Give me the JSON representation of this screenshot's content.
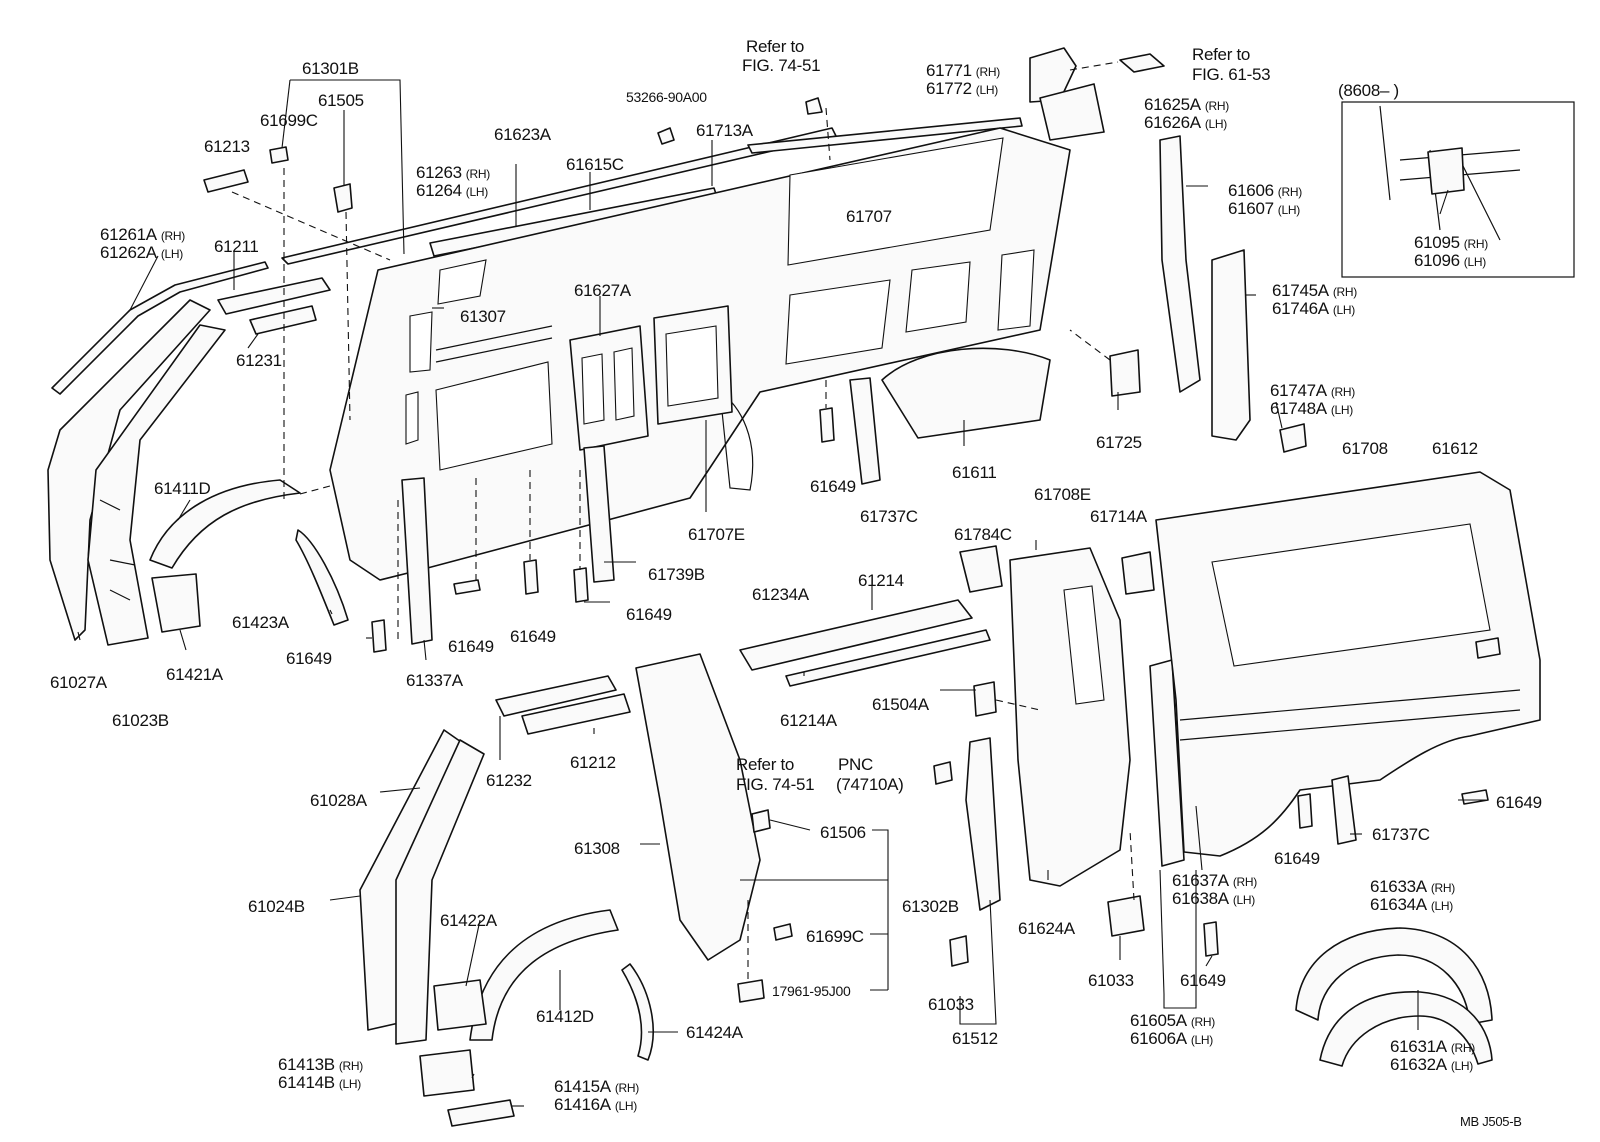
{
  "diagram": {
    "inset_header": "(8608–      )",
    "footer_code": "MB  J505-B",
    "refs": [
      {
        "id": "ref-74-51-top",
        "l1": "Refer to",
        "l2": "FIG. 74-51"
      },
      {
        "id": "ref-61-53",
        "l1": "Refer to",
        "l2": "FIG. 61-53"
      },
      {
        "id": "ref-74-51-mid",
        "l1": "Refer to",
        "l2": "FIG. 74-51"
      },
      {
        "id": "ref-pnc",
        "l1": "PNC",
        "l2": "(74710A)"
      }
    ],
    "labels": [
      {
        "id": "p61301B",
        "t": "61301B"
      },
      {
        "id": "p61505",
        "t": "61505"
      },
      {
        "id": "p61699C-top",
        "t": "61699C"
      },
      {
        "id": "p61213",
        "t": "61213"
      },
      {
        "id": "p61261A",
        "t": "61261A",
        "s": "(RH)"
      },
      {
        "id": "p61262A",
        "t": "61262A",
        "s": "(LH)"
      },
      {
        "id": "p61211",
        "t": "61211"
      },
      {
        "id": "p61231",
        "t": "61231"
      },
      {
        "id": "p61263",
        "t": "61263",
        "s": "(RH)"
      },
      {
        "id": "p61264",
        "t": "61264",
        "s": "(LH)"
      },
      {
        "id": "p61623A",
        "t": "61623A"
      },
      {
        "id": "p53266",
        "t": "53266-90A00"
      },
      {
        "id": "p61615C",
        "t": "61615C"
      },
      {
        "id": "p61713A",
        "t": "61713A"
      },
      {
        "id": "p61307",
        "t": "61307"
      },
      {
        "id": "p61627A",
        "t": "61627A"
      },
      {
        "id": "p61707",
        "t": "61707"
      },
      {
        "id": "p61771",
        "t": "61771",
        "s": "(RH)"
      },
      {
        "id": "p61772",
        "t": "61772",
        "s": "(LH)"
      },
      {
        "id": "p61625A",
        "t": "61625A",
        "s": "(RH)"
      },
      {
        "id": "p61626A",
        "t": "61626A",
        "s": "(LH)"
      },
      {
        "id": "p61606",
        "t": "61606",
        "s": "(RH)"
      },
      {
        "id": "p61607",
        "t": "61607",
        "s": "(LH)"
      },
      {
        "id": "p61095",
        "t": "61095",
        "s": "(RH)"
      },
      {
        "id": "p61096",
        "t": "61096",
        "s": "(LH)"
      },
      {
        "id": "p61745A",
        "t": "61745A",
        "s": "(RH)"
      },
      {
        "id": "p61746A",
        "t": "61746A",
        "s": "(LH)"
      },
      {
        "id": "p61747A",
        "t": "61747A",
        "s": "(RH)"
      },
      {
        "id": "p61748A",
        "t": "61748A",
        "s": "(LH)"
      },
      {
        "id": "p61725",
        "t": "61725"
      },
      {
        "id": "p61611",
        "t": "61611"
      },
      {
        "id": "p61649-a",
        "t": "61649"
      },
      {
        "id": "p61737C-a",
        "t": "61737C"
      },
      {
        "id": "p61707E",
        "t": "61707E"
      },
      {
        "id": "p61411D",
        "t": "61411D"
      },
      {
        "id": "p61739B",
        "t": "61739B"
      },
      {
        "id": "p61423A",
        "t": "61423A"
      },
      {
        "id": "p61649-b",
        "t": "61649"
      },
      {
        "id": "p61649-c",
        "t": "61649"
      },
      {
        "id": "p61649-d",
        "t": "61649"
      },
      {
        "id": "p61649-e",
        "t": "61649"
      },
      {
        "id": "p61027A",
        "t": "61027A"
      },
      {
        "id": "p61421A",
        "t": "61421A"
      },
      {
        "id": "p61337A",
        "t": "61337A"
      },
      {
        "id": "p61023B",
        "t": "61023B"
      },
      {
        "id": "p61708E",
        "t": "61708E"
      },
      {
        "id": "p61784C",
        "t": "61784C"
      },
      {
        "id": "p61714A",
        "t": "61714A"
      },
      {
        "id": "p61708",
        "t": "61708"
      },
      {
        "id": "p61612",
        "t": "61612"
      },
      {
        "id": "p61234A",
        "t": "61234A"
      },
      {
        "id": "p61214",
        "t": "61214"
      },
      {
        "id": "p61214A",
        "t": "61214A"
      },
      {
        "id": "p61504A",
        "t": "61504A"
      },
      {
        "id": "p61232",
        "t": "61232"
      },
      {
        "id": "p61212",
        "t": "61212"
      },
      {
        "id": "p61028A",
        "t": "61028A"
      },
      {
        "id": "p61506",
        "t": "61506"
      },
      {
        "id": "p61308",
        "t": "61308"
      },
      {
        "id": "p61024B",
        "t": "61024B"
      },
      {
        "id": "p61302B",
        "t": "61302B"
      },
      {
        "id": "p61699C-mid",
        "t": "61699C"
      },
      {
        "id": "p61422A",
        "t": "61422A"
      },
      {
        "id": "p17961",
        "t": "17961-95J00"
      },
      {
        "id": "p61412D",
        "t": "61412D"
      },
      {
        "id": "p61424A",
        "t": "61424A"
      },
      {
        "id": "p61413B",
        "t": "61413B",
        "s": "(RH)"
      },
      {
        "id": "p61414B",
        "t": "61414B",
        "s": "(LH)"
      },
      {
        "id": "p61415A",
        "t": "61415A",
        "s": "(RH)"
      },
      {
        "id": "p61416A",
        "t": "61416A",
        "s": "(LH)"
      },
      {
        "id": "p61033-a",
        "t": "61033"
      },
      {
        "id": "p61512",
        "t": "61512"
      },
      {
        "id": "p61624A",
        "t": "61624A"
      },
      {
        "id": "p61033-b",
        "t": "61033"
      },
      {
        "id": "p61649-f",
        "t": "61649"
      },
      {
        "id": "p61605A",
        "t": "61605A",
        "s": "(RH)"
      },
      {
        "id": "p61606A",
        "t": "61606A",
        "s": "(LH)"
      },
      {
        "id": "p61637A",
        "t": "61637A",
        "s": "(RH)"
      },
      {
        "id": "p61638A",
        "t": "61638A",
        "s": "(LH)"
      },
      {
        "id": "p61649-g",
        "t": "61649"
      },
      {
        "id": "p61737C-b",
        "t": "61737C"
      },
      {
        "id": "p61649-h",
        "t": "61649"
      },
      {
        "id": "p61633A",
        "t": "61633A",
        "s": "(RH)"
      },
      {
        "id": "p61634A",
        "t": "61634A",
        "s": "(LH)"
      },
      {
        "id": "p61631A",
        "t": "61631A",
        "s": "(RH)"
      },
      {
        "id": "p61632A",
        "t": "61632A",
        "s": "(LH)"
      }
    ]
  }
}
